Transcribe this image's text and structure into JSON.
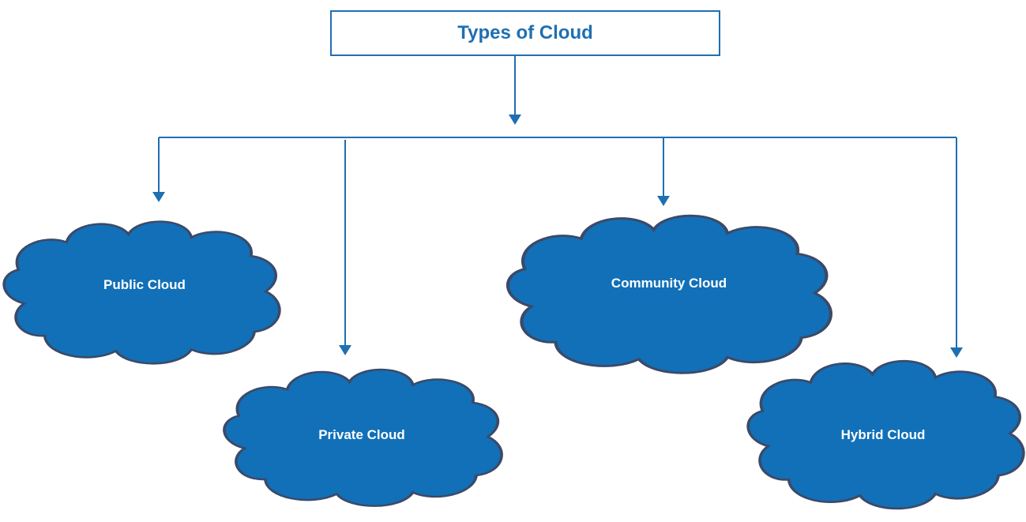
{
  "title": "Types of Cloud",
  "colors": {
    "accent": "#1f6fb2",
    "cloud_fill": "#1170b8",
    "cloud_stroke": "#3b4a68",
    "cloud_text": "#ffffff"
  },
  "clouds": [
    {
      "label": "Public Cloud"
    },
    {
      "label": "Private Cloud"
    },
    {
      "label": "Community Cloud"
    },
    {
      "label": "Hybrid Cloud"
    }
  ]
}
